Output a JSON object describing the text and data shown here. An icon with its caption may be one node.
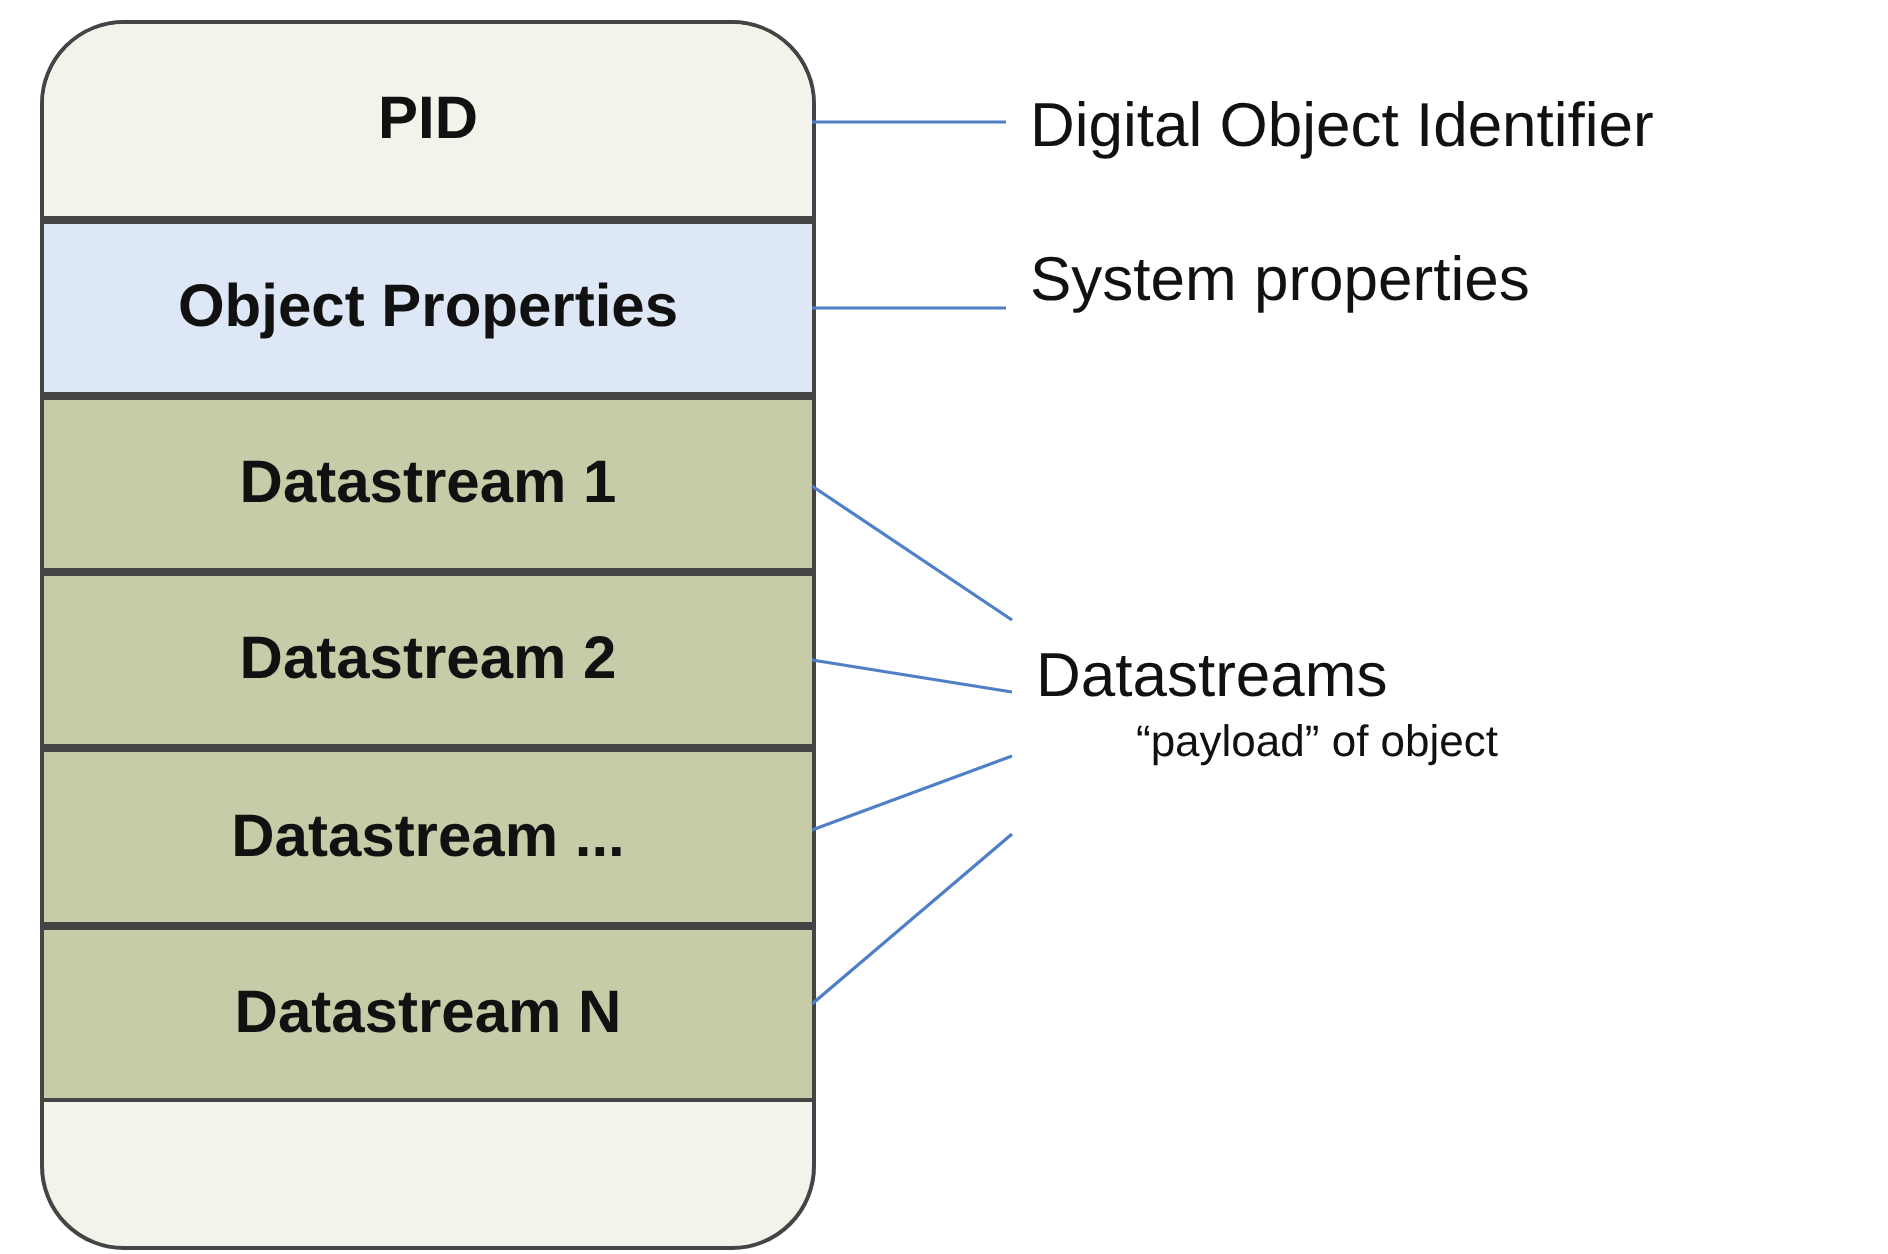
{
  "diagram": {
    "nodes": [
      {
        "text": [],
        "shape": "box"
      },
      {
        "text": [
          "PID"
        ],
        "in": 0
      },
      {
        "text": [
          "Object Properties"
        ],
        "in": 0
      },
      {
        "text": [
          "Datastream 1"
        ],
        "in": 0
      },
      {
        "text": [
          "Datastream 2"
        ],
        "in": 0
      },
      {
        "text": [
          "Datastream ..."
        ],
        "in": 0
      },
      {
        "text": [
          "Datastream N"
        ],
        "in": 0
      },
      {
        "text": [
          "Digital Object Identifier"
        ]
      },
      {
        "text": [
          "System properties"
        ]
      },
      {
        "text": [
          "Datastreams",
          "“payload” of object"
        ]
      }
    ],
    "edges": [
      {
        "from": 7,
        "to": 1,
        "arrow": "none"
      },
      {
        "from": 8,
        "to": 2,
        "arrow": "none"
      },
      {
        "from": 9,
        "to": 3,
        "arrow": "none"
      },
      {
        "from": 9,
        "to": 4,
        "arrow": "none"
      },
      {
        "from": 9,
        "to": 5,
        "arrow": "none"
      },
      {
        "from": 9,
        "to": 6,
        "arrow": "none"
      }
    ]
  }
}
